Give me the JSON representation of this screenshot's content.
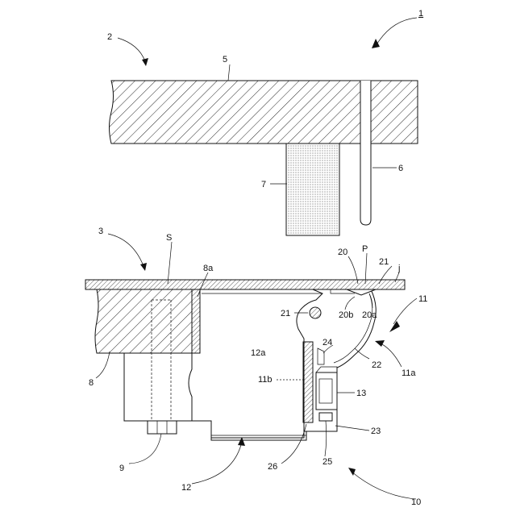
{
  "labels": {
    "l1": "1",
    "l2": "2",
    "l3": "3",
    "l5": "5",
    "l6": "6",
    "l7": "7",
    "l8": "8",
    "l8a": "8a",
    "l9": "9",
    "l10": "10",
    "l11": "11",
    "l11a": "11a",
    "l11b": "11b",
    "l12": "12",
    "l12a": "12a",
    "l13": "13",
    "l20": "20",
    "l20a": "20a",
    "l20b": "20b",
    "l21a": "21",
    "l21b": "21",
    "l22": "22",
    "l23": "23",
    "l24": "24",
    "l25": "25",
    "l26": "26",
    "lP": "P",
    "lS": "S",
    "lj": "j"
  }
}
